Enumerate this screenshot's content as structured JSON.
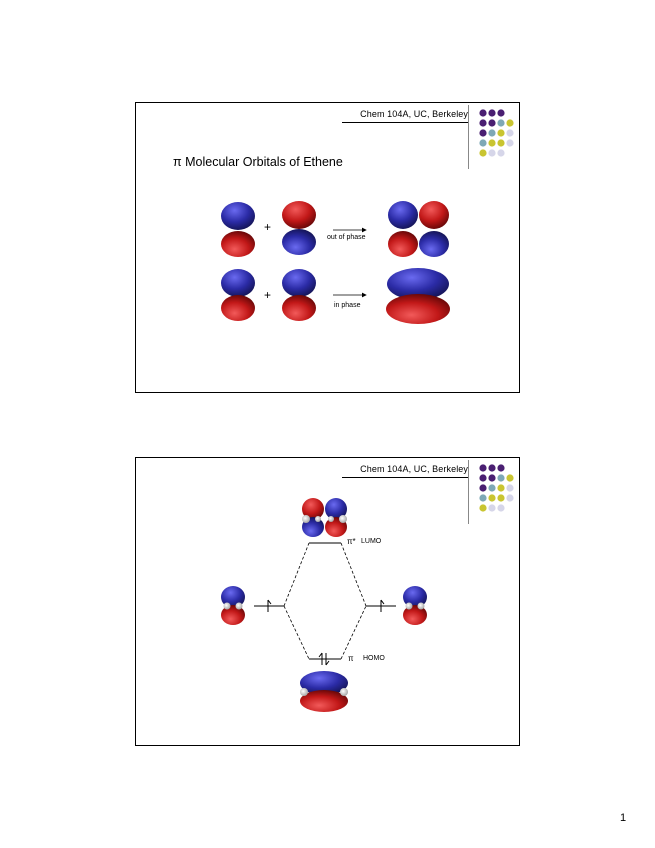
{
  "header": {
    "course": "Chem 104A, UC, Berkeley"
  },
  "slide1": {
    "title": "π Molecular Orbitals of Ethene",
    "plus": "+",
    "out_of_phase": "out of phase",
    "in_phase": "in phase"
  },
  "slide2": {
    "lumo_symbol": "π*",
    "lumo_label": "LUMO",
    "homo_symbol": "π",
    "homo_label": "HOMO"
  },
  "page_number": "1",
  "colors": {
    "blue_lobe": "#2b2ba6",
    "red_lobe": "#c21818",
    "dot_purple": "#4a1f72",
    "dot_teal": "#7ea8b6",
    "dot_yellow": "#c9c531",
    "dot_lavender": "#d6d6e9"
  }
}
